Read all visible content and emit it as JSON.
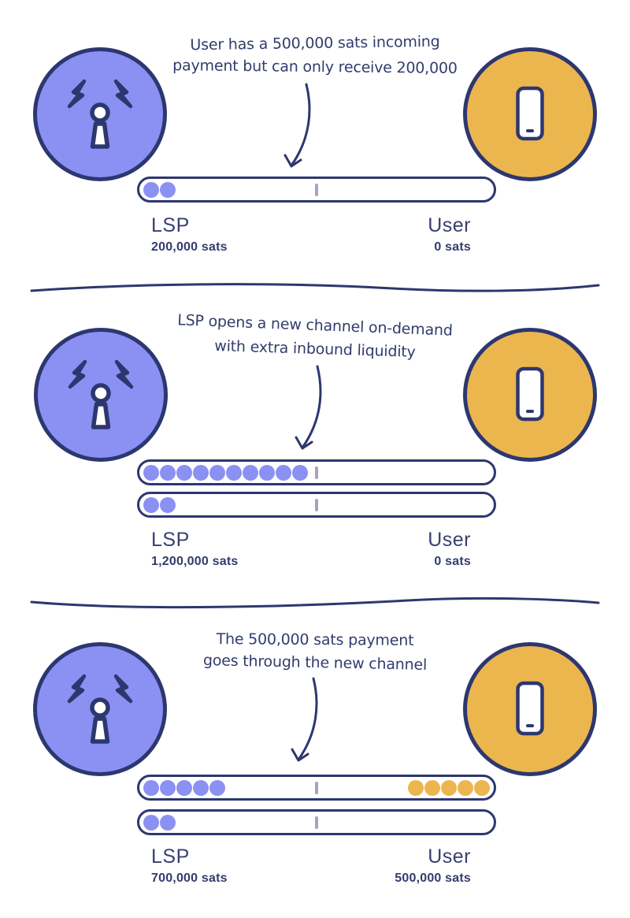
{
  "colors": {
    "navy": "#2d376f",
    "purple": "#8b90f3",
    "orange": "#ecb64f",
    "tick": "#a9a2bf",
    "caption_text": "#333c6d",
    "label_text": "#39406f",
    "background": "#ffffff"
  },
  "panels": [
    {
      "caption_line1": "User has a 500,000 sats incoming",
      "caption_line2": "payment but can only receive 200,000",
      "left_label": "LSP",
      "left_amount": "200,000 sats",
      "right_label": "User",
      "right_amount": "0 sats",
      "bars": [
        {
          "purple_dots": 2,
          "orange_dots": 0
        }
      ]
    },
    {
      "caption_line1": "LSP opens a new channel on-demand",
      "caption_line2": "with extra inbound liquidity",
      "left_label": "LSP",
      "left_amount": "1,200,000 sats",
      "right_label": "User",
      "right_amount": "0 sats",
      "bars": [
        {
          "purple_dots": 10,
          "orange_dots": 0
        },
        {
          "purple_dots": 2,
          "orange_dots": 0
        }
      ]
    },
    {
      "caption_line1": "The 500,000 sats payment",
      "caption_line2": "goes through the new channel",
      "left_label": "LSP",
      "left_amount": "700,000 sats",
      "right_label": "User",
      "right_amount": "500,000 sats",
      "bars": [
        {
          "purple_dots": 5,
          "orange_dots": 5
        },
        {
          "purple_dots": 2,
          "orange_dots": 0
        }
      ]
    }
  ],
  "icons": {
    "lsp_node": "antenna-icon",
    "user_node": "phone-icon",
    "pointer": "curved-arrow-icon"
  }
}
